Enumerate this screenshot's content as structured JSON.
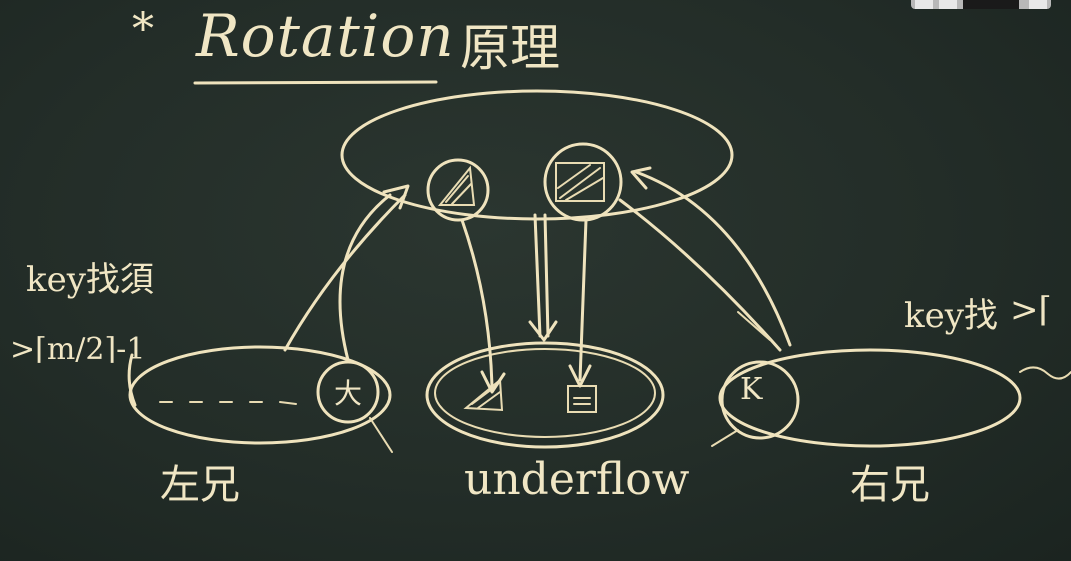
{
  "title": "Rotation",
  "title_zh": "原理",
  "star": "*",
  "key_left": "key找須",
  "m_over_2": ">⌈m/2⌉-1",
  "key_right": "key找",
  "gt_right": ">⌈",
  "label_left": "左兄",
  "label_center": "underflow",
  "label_right": "右兄",
  "node_right_key": "K",
  "node_left_key": "大",
  "chalk_color": "#efe3bd",
  "board_color": "#232d28"
}
